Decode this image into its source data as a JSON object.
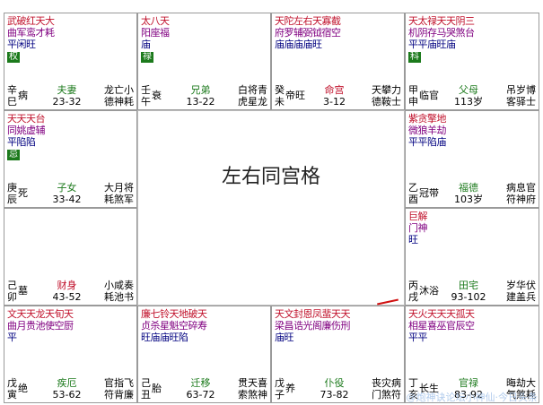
{
  "center": {
    "title": "左右同宫格"
  },
  "watermark": "@炮神诀论坛小神仙·今日头条",
  "palaces": [
    {
      "id": "si",
      "l1": "武破红天大",
      "l2": "曲军鸾才耗",
      "l3": "平闲旺",
      "badge": "权",
      "gz1": "辛",
      "gz2": "巳",
      "cs": "病",
      "name": "夫妻",
      "name_color": "green",
      "range": "23-32",
      "r1": "龙亡小",
      "r2": "德神耗"
    },
    {
      "id": "wu",
      "l1": "太八天",
      "l2": "阳座福",
      "l3": "庙",
      "badge": "禄",
      "gz1": "壬",
      "gz2": "午",
      "cs": "衰",
      "name": "兄弟",
      "name_color": "green",
      "range": "13-22",
      "r1": "白将青",
      "r2": "虎星龙"
    },
    {
      "id": "wei",
      "l1": "天陀左右天寡截",
      "l2": "府罗辅弼钺宿空",
      "l3": "庙庙庙庙旺",
      "badge": "",
      "gz1": "癸",
      "gz2": "未",
      "cs": "帝旺",
      "name": "命宫",
      "name_color": "red",
      "range": "3-12",
      "r1": "天攀力",
      "r2": "德鞍士"
    },
    {
      "id": "shen",
      "l1": "天太禄天天阴三",
      "l2": "机阴存马哭煞台",
      "l3": "平平庙旺庙",
      "badge": "科",
      "gz1": "甲",
      "gz2": "申",
      "cs": "临官",
      "name": "父母",
      "name_color": "green",
      "range": "113岁",
      "r1": "吊岁博",
      "r2": "客驿士"
    },
    {
      "id": "chen",
      "l1": "天天天台",
      "l2": "同姚虚辅",
      "l3": "平陷陷",
      "badge": "忌",
      "gz1": "庚",
      "gz2": "辰",
      "cs": "死",
      "name": "子女",
      "name_color": "green",
      "range": "33-42",
      "r1": "大月将",
      "r2": "耗煞军"
    },
    {
      "id": "you",
      "l1": "紫贪擎地",
      "l2": "微狼羊劫",
      "l3": "平平陷庙",
      "badge": "",
      "gz1": "乙",
      "gz2": "酉",
      "cs": "冠带",
      "name": "福德",
      "name_color": "green",
      "range": "103岁",
      "r1": "病息官",
      "r2": "符神府"
    },
    {
      "id": "mao",
      "l1": "",
      "l2": "",
      "l3": "",
      "badge": "",
      "gz1": "己",
      "gz2": "卯",
      "cs": "墓",
      "name": "财身",
      "name_color": "red",
      "range": "43-52",
      "r1": "小咸奏",
      "r2": "耗池书"
    },
    {
      "id": "xu",
      "l1": "巨解",
      "l2": "门神",
      "l3": "旺",
      "badge": "",
      "gz1": "丙",
      "gz2": "戌",
      "cs": "沐浴",
      "name": "田宅",
      "name_color": "green",
      "range": "93-102",
      "r1": "岁华伏",
      "r2": "建盖兵"
    },
    {
      "id": "yin",
      "l1": "文天天龙天旬天",
      "l2": "曲月贵池使空厨",
      "l3": "平",
      "badge": "",
      "gz1": "戊",
      "gz2": "寅",
      "cs": "绝",
      "name": "疾厄",
      "name_color": "green",
      "range": "53-62",
      "r1": "官指飞",
      "r2": "符背廉"
    },
    {
      "id": "chou",
      "l1": "廉七铃天地破天",
      "l2": "贞杀星魁空碎寿",
      "l3": "旺庙庙旺陷",
      "badge": "",
      "gz1": "己",
      "gz2": "丑",
      "cs": "胎",
      "name": "迁移",
      "name_color": "green",
      "range": "63-72",
      "r1": "贯天喜",
      "r2": "索煞神"
    },
    {
      "id": "zi",
      "l1": "天文封恩凤蜚天天",
      "l2": "梁昌诰光阁廉伤刑",
      "l3": "庙旺",
      "badge": "",
      "gz1": "戊",
      "gz2": "子",
      "cs": "养",
      "name": "仆役",
      "name_color": "green",
      "range": "73-82",
      "r1": "丧灾病",
      "r2": "门煞符"
    },
    {
      "id": "hai",
      "l1": "天火天天天孤天",
      "l2": "相星喜巫官辰空",
      "l3": "平平",
      "badge": "",
      "gz1": "丁",
      "gz2": "亥",
      "cs": "长生",
      "name": "官禄",
      "name_color": "green",
      "range": "83-92",
      "r1": "晦劫大",
      "r2": "气煞耗"
    }
  ]
}
